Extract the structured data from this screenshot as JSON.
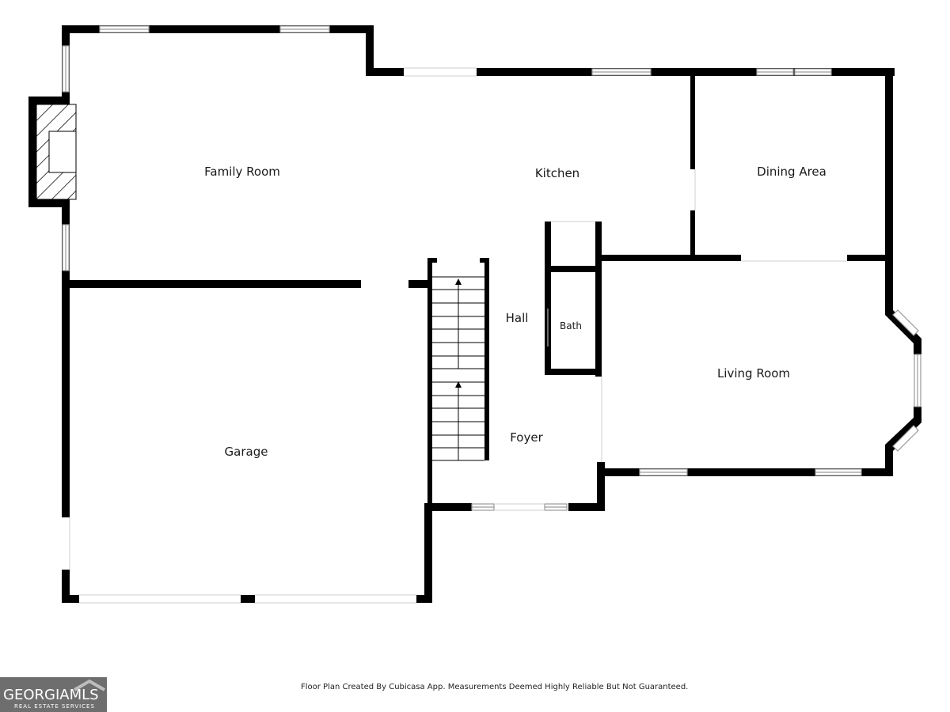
{
  "rooms": {
    "family_room": "Family Room",
    "kitchen": "Kitchen",
    "dining_area": "Dining Area",
    "hall": "Hall",
    "bath": "Bath",
    "living_room": "Living Room",
    "garage": "Garage",
    "foyer": "Foyer"
  },
  "footer": {
    "note": "Floor Plan Created By Cubicasa App. Measurements Deemed Highly Reliable But Not Guaranteed."
  },
  "logo": {
    "brand": "GEORGIAMLS",
    "subtitle": "REAL ESTATE SERVICES"
  },
  "colors": {
    "wall": "#000000",
    "window": "#9a9a9a",
    "background": "#ffffff",
    "logo_bg": "#6e6e6e"
  }
}
